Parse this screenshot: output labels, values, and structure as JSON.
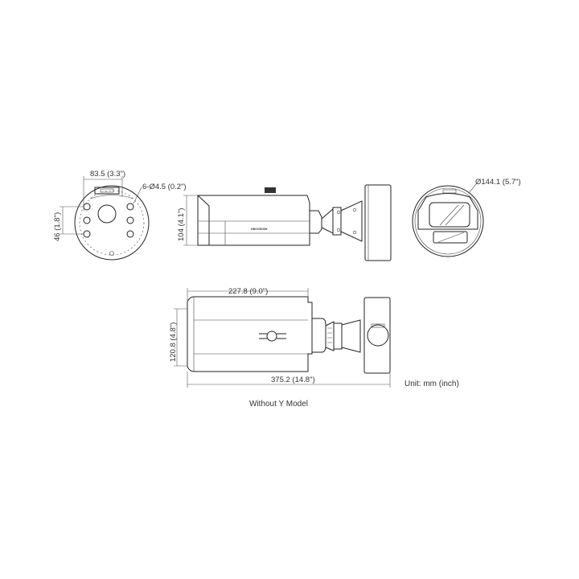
{
  "dimensions": {
    "base_bolt_spacing": "83.5 (3.3\")",
    "base_hole": "6-Ø4.5 (0.2\")",
    "base_side": "46 (1.8\")",
    "front_height": "104 (4.1\")",
    "front_diameter": "Ø144.1 (5.7\")",
    "body_length": "227.8 (9.0\")",
    "body_height": "120.8 (4.8\")",
    "total_length": "375.2 (14.8\")"
  },
  "unit_note": "Unit: mm (inch)",
  "caption": "Without Y Model",
  "brand_text": "HIKVISION",
  "colors": {
    "line": "#222222",
    "text": "#333333",
    "background": "#ffffff"
  }
}
